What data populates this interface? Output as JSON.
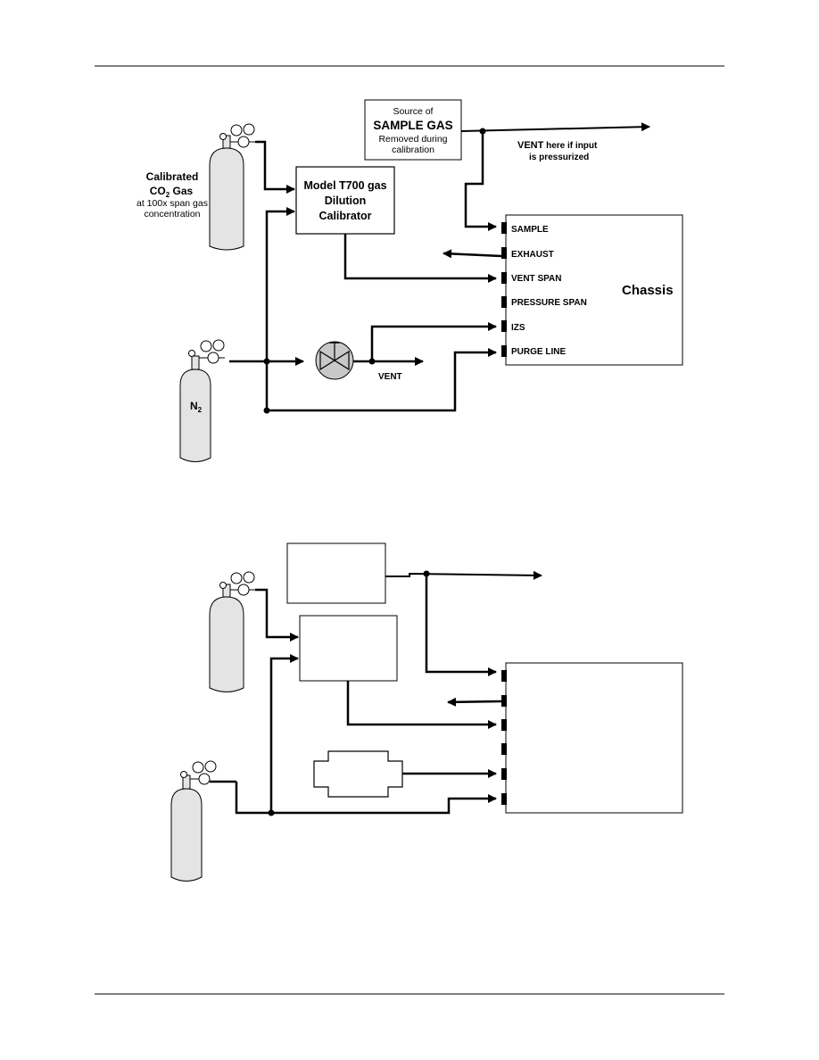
{
  "diagram1": {
    "sample_source": {
      "line1": "Source of",
      "line2": "SAMPLE GAS",
      "line3": "Removed during",
      "line4": "calibration"
    },
    "vent_note": {
      "line1_bold": "VENT",
      "line1_rest": " here if input",
      "line2": "is pressurized"
    },
    "calibrator": {
      "line1": "Model T700 gas",
      "line2": "Dilution",
      "line3": "Calibrator"
    },
    "co2_cylinder": {
      "line1": "Calibrated",
      "line2_main": "CO",
      "line2_sub": "2",
      "line2_rest": " Gas",
      "line3": "at 100x span gas",
      "line4": "concentration"
    },
    "n2_cylinder": {
      "main": "N",
      "sub": "2"
    },
    "valve_vent_label": "VENT",
    "chassis": {
      "title": "Chassis",
      "ports": [
        "SAMPLE",
        "EXHAUST",
        "VENT SPAN",
        "PRESSURE SPAN",
        "IZS",
        "PURGE LINE"
      ]
    }
  },
  "colors": {
    "line": "#000000",
    "cylinder_fill": "#e4e4e4",
    "valve_fill": "#c8c8c8"
  },
  "icons": [
    "gas-cylinder-icon",
    "regulator-gauge-icon",
    "valve-icon",
    "arrow-icon",
    "port-block-icon"
  ]
}
